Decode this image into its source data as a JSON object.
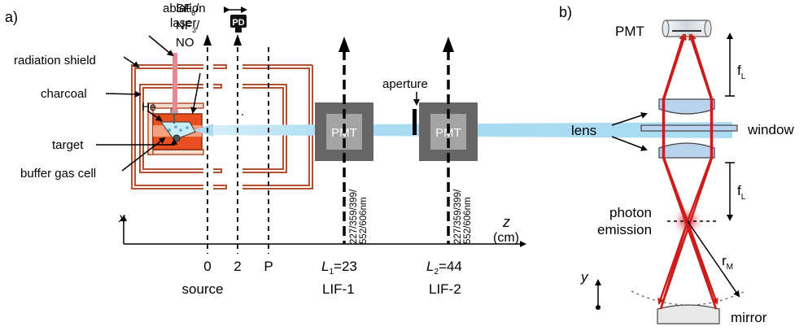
{
  "panel_a": {
    "tag": "a)",
    "labels": {
      "ablation_laser_1": "ablation",
      "ablation_laser_2": "laser",
      "radiation_shield": "radiation shield",
      "charcoal": "charcoal",
      "he": "He",
      "target": "target",
      "buffer_gas_cell": "buffer gas cell",
      "aperture": "aperture",
      "sf6": "SF",
      "sf6_sub": "6",
      "nf3": "NF",
      "nf3_sub": "3",
      "no": "NO",
      "slash": "/",
      "pd": "PD",
      "pmt_1": "PMT",
      "pmt_2": "PMT",
      "wavelengths_1_line1": "227/359/399/",
      "wavelengths_1_line2": "552/606nm",
      "wavelengths_2_line1": "227/359/399/",
      "wavelengths_2_line2": "552/606nm",
      "axis_x": "x",
      "axis_z": "z",
      "axis_z_unit": "(cm)",
      "tick_0": "0",
      "tick_2": "2",
      "tick_p": "P",
      "source": "source",
      "l1_letter": "L",
      "l1_sub": "1",
      "l1_value": "=23",
      "l2_letter": "L",
      "l2_sub": "2",
      "l2_value": "=44",
      "lif1": "LIF-1",
      "lif2": "LIF-2"
    }
  },
  "panel_b": {
    "tag": "b)",
    "labels": {
      "pmt": "PMT",
      "lens": "lens",
      "window": "window",
      "f_l_top": "f",
      "f_l_top_sub": "L",
      "f_l_bottom": "f",
      "f_l_bottom_sub": "L",
      "photon_emission_1": "photon",
      "photon_emission_2": "emission",
      "r_m": "r",
      "r_m_sub": "M",
      "axis_y": "y",
      "mirror": "mirror"
    }
  },
  "colors": {
    "copper": "#b5502e",
    "copper_light": "#f2dccf",
    "target_orange": "#e8501f",
    "laser_pink": "#e58a95",
    "beam_blue": "#a9dcf3",
    "pmt_dark": "#666666",
    "pmt_light": "#a4a4a4",
    "ray_red": "#cc1d1d",
    "lens_blue": "#b9d3ec",
    "window_blue": "#b9d3ec"
  }
}
